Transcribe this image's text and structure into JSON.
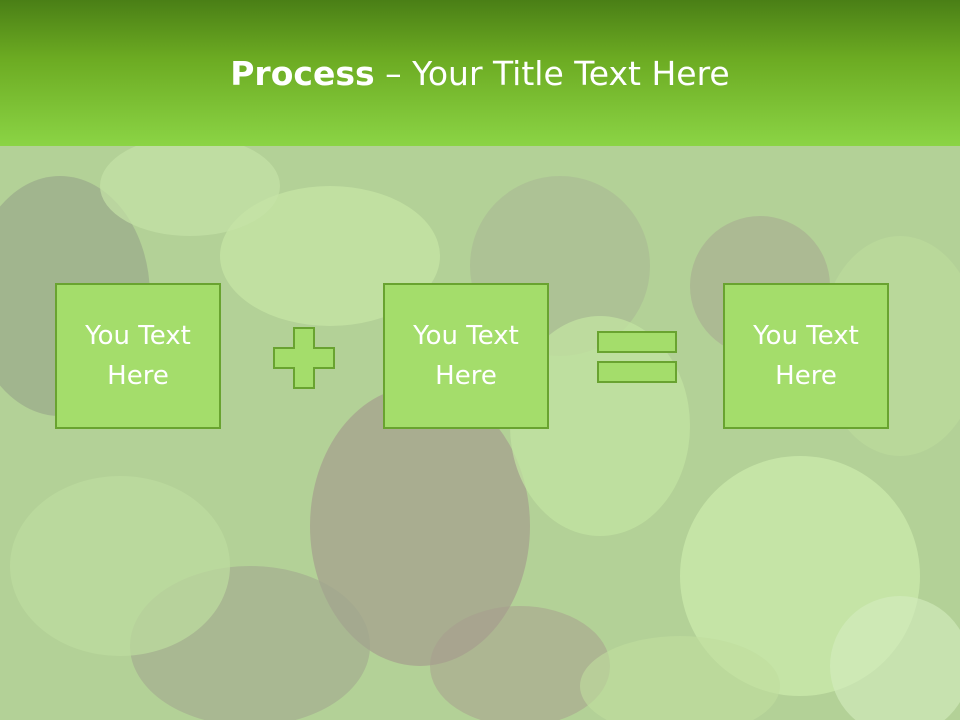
{
  "slide": {
    "title_bold": "Process",
    "title_rest": " – Your Title Text Here",
    "boxes": [
      {
        "text": "You Text Here"
      },
      {
        "text": "You Text Here"
      },
      {
        "text": "You Text Here"
      }
    ],
    "operators": [
      "plus-icon",
      "equals-icon"
    ]
  },
  "colors": {
    "header_dark": "#4a7f16",
    "header_light": "#8bd445",
    "box_fill": "#a4dd6b",
    "box_border": "#69a330",
    "text": "#ffffff"
  }
}
